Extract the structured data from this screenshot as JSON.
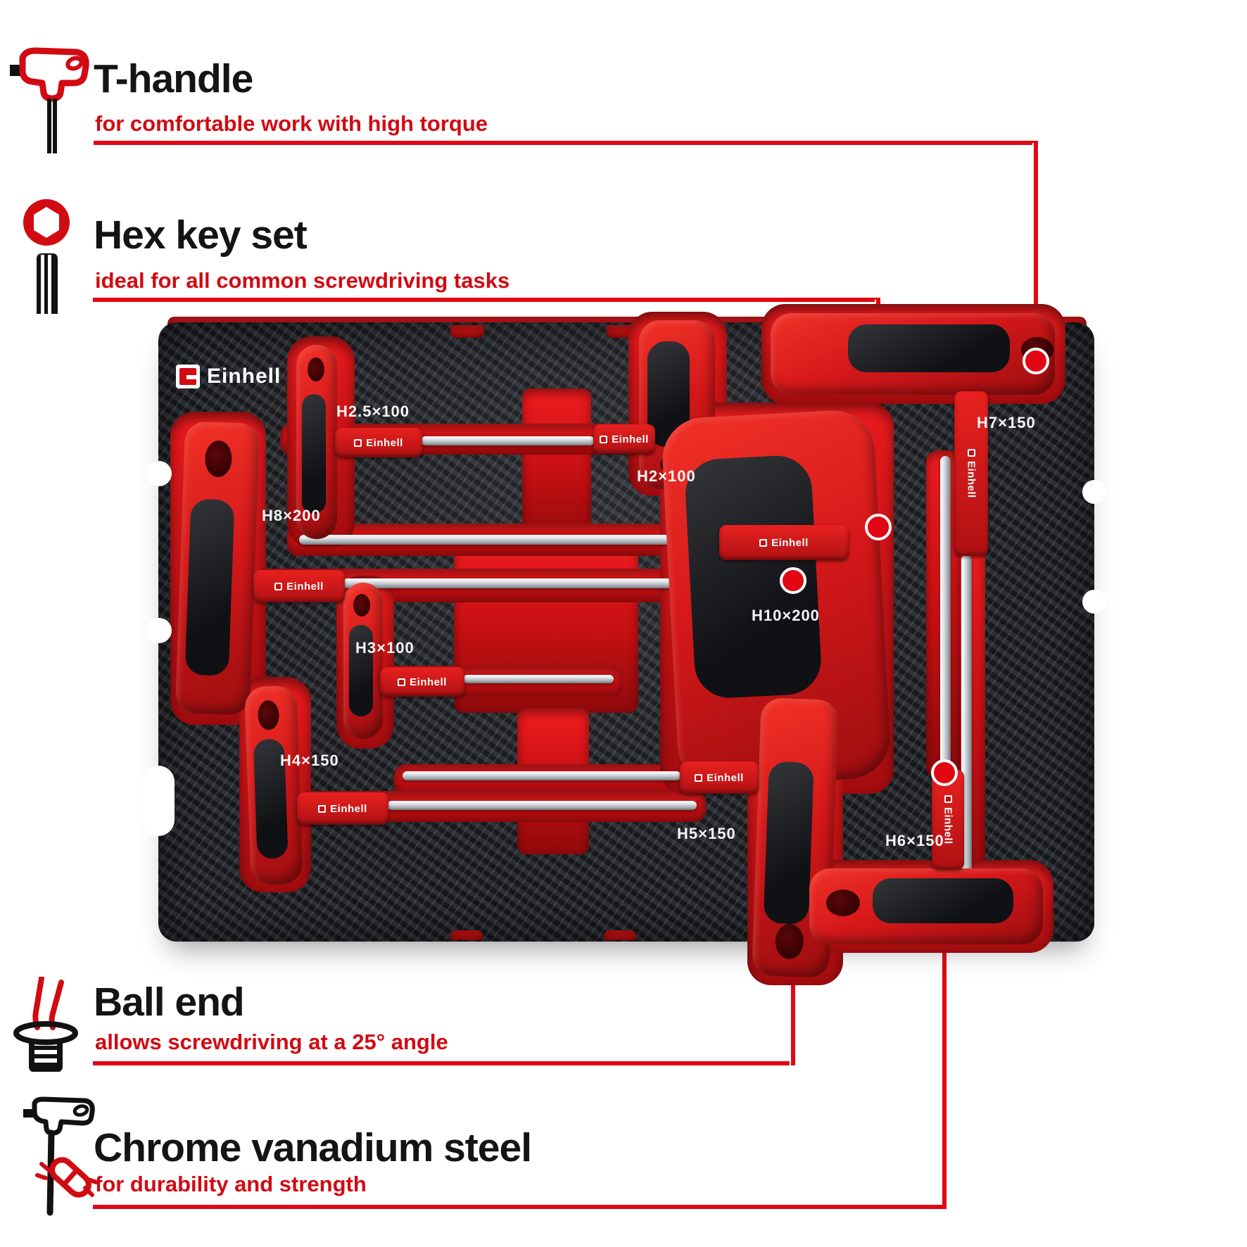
{
  "colors": {
    "accent_red": "#e30613",
    "text_red": "#d20a12",
    "heading_black": "#141414",
    "tray_red": "#c40f12",
    "foam_dark": "#1f2125",
    "label_white": "#ffffff"
  },
  "callouts": [
    {
      "id": "t-handle",
      "icon": "t-handle-icon",
      "title": "T-handle",
      "subtitle": "for comfortable work with high torque"
    },
    {
      "id": "hex-key-set",
      "icon": "hex-key-icon",
      "title": "Hex key set",
      "subtitle": "ideal for all common screwdriving tasks"
    },
    {
      "id": "ball-end",
      "icon": "ball-end-icon",
      "title": "Ball end",
      "subtitle": "allows screwdriving at a 25° angle"
    },
    {
      "id": "chrome-vanadium",
      "icon": "chrome-steel-icon",
      "title": "Chrome vanadium steel",
      "subtitle": "for durability and strength"
    }
  ],
  "tray": {
    "brand": "Einhell",
    "grip_brand": "Einhell",
    "tools": [
      {
        "id": "h2.5x100",
        "label": "H2.5×100"
      },
      {
        "id": "h2x100",
        "label": "H2×100"
      },
      {
        "id": "h8x200",
        "label": "H8×200"
      },
      {
        "id": "h3x100",
        "label": "H3×100"
      },
      {
        "id": "h4x150",
        "label": "H4×150"
      },
      {
        "id": "h5x150",
        "label": "H5×150"
      },
      {
        "id": "h6x150",
        "label": "H6×150"
      },
      {
        "id": "h7x150",
        "label": "H7×150"
      },
      {
        "id": "h10x200",
        "label": "H10×200"
      }
    ]
  }
}
